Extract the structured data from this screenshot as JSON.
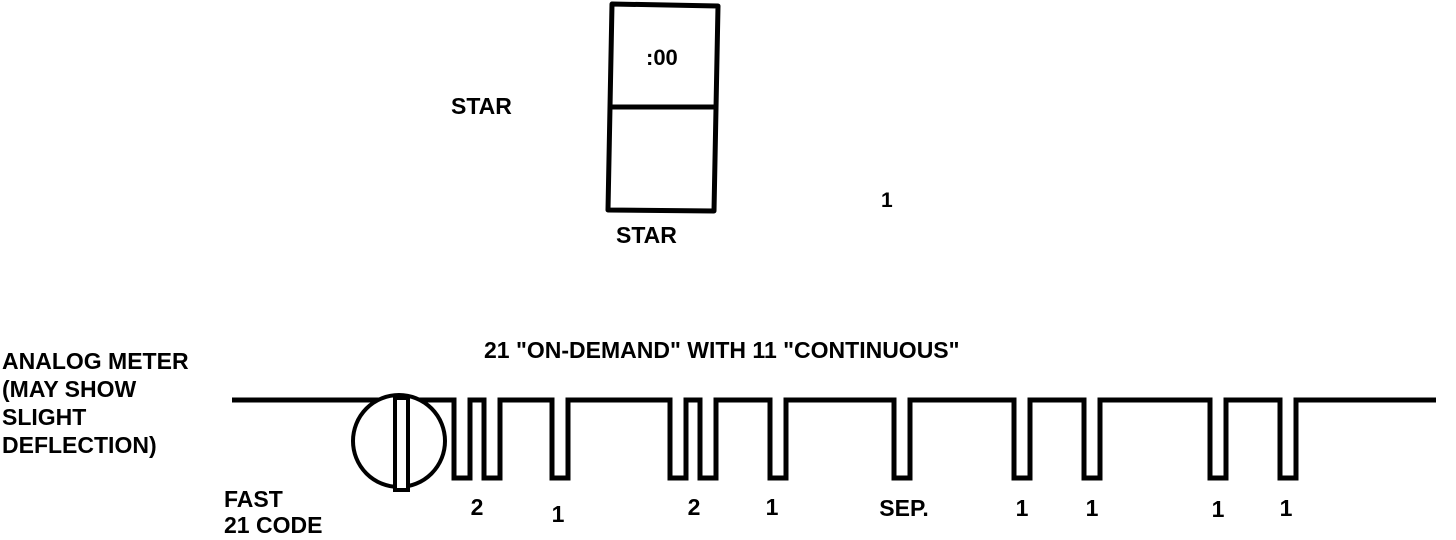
{
  "display": {
    "top_value": ":00",
    "bottom_value": "",
    "left_label": "STAR",
    "bottom_label": "STAR"
  },
  "marker": "1",
  "title": "21 \"ON-DEMAND\" WITH 11 \"CONTINUOUS\"",
  "meter_note": [
    "ANALOG METER",
    "(MAY SHOW",
    "SLIGHT",
    "DEFLECTION)"
  ],
  "code_note": [
    "FAST",
    "21 CODE"
  ],
  "pulse_labels": [
    "2",
    "1",
    "2",
    "1",
    "SEP.",
    "1",
    "1",
    "1",
    "1"
  ],
  "colors": {
    "ink": "#000000",
    "background": "#ffffff"
  }
}
